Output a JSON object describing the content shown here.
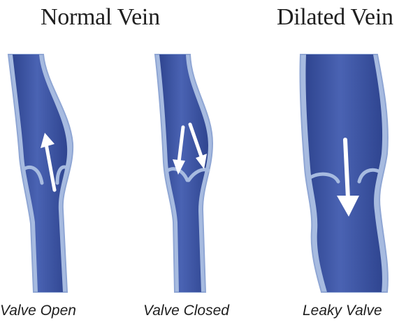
{
  "titles": {
    "normal": "Normal Vein",
    "dilated": "Dilated Vein"
  },
  "captions": {
    "valve_open": "Valve Open",
    "valve_closed": "Valve Closed",
    "leaky_valve": "Leaky Valve"
  },
  "colors": {
    "vein_wall": "#a7bbe0",
    "vein_wall_edge": "#8fa6d4",
    "vein_blood": "#3f57a8",
    "vein_blood_dark": "#2f4590",
    "arrow": "#ffffff",
    "text": "#1f1f1f"
  }
}
